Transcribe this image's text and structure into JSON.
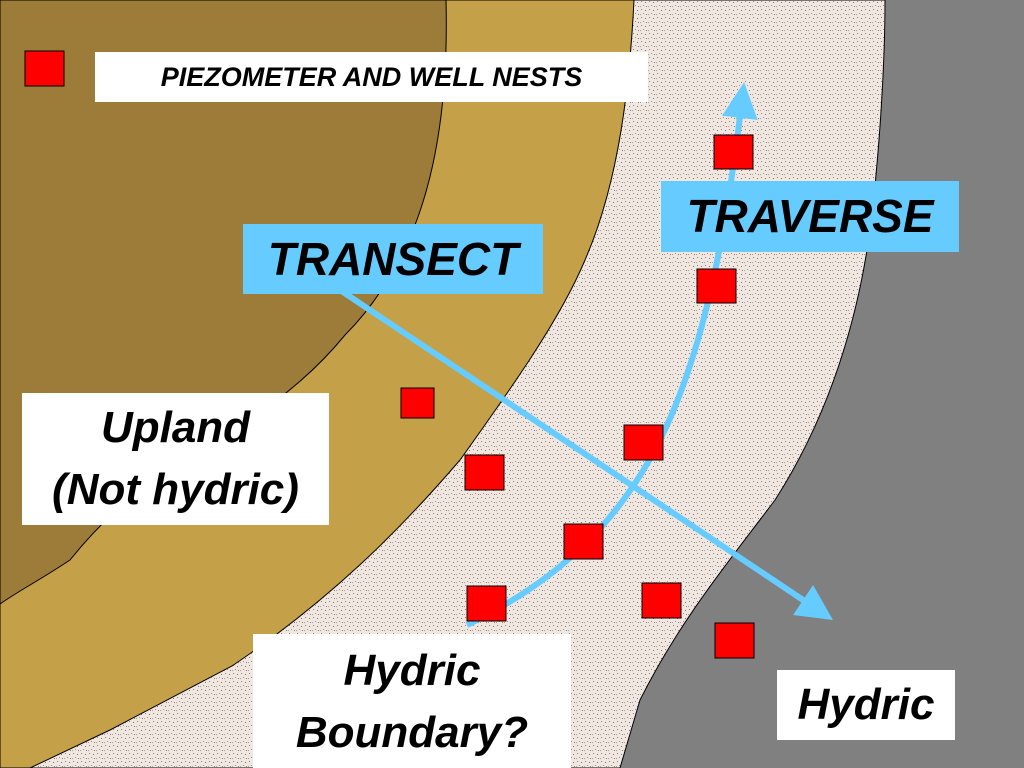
{
  "legend": {
    "label": "PIEZOMETER AND WELL NESTS"
  },
  "labels": {
    "transect": "TRANSECT",
    "traverse": "TRAVERSE",
    "upland_line1": "Upland",
    "upland_line2": "(Not hydric)",
    "hydric_boundary_line1": "Hydric",
    "hydric_boundary_line2": "Boundary?",
    "hydric": "Hydric"
  },
  "zones": [
    {
      "name": "upland-inner",
      "color": "#9c7c38"
    },
    {
      "name": "upland-outer",
      "color": "#c4a048"
    },
    {
      "name": "hydric-boundary-zone",
      "color": "#efe7e2",
      "pattern": "speckled"
    },
    {
      "name": "hydric-zone",
      "color": "#808080"
    }
  ],
  "colors": {
    "nest": "#ff0000",
    "arrow": "#66ccff",
    "label_bg": "#ffffff",
    "callout_bg": "#66ccff"
  }
}
